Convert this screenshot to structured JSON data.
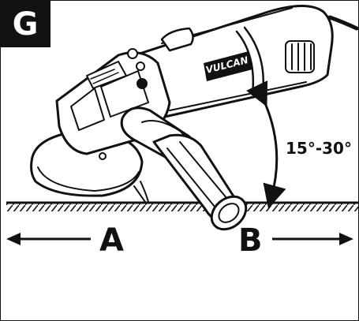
{
  "figure_label": "G",
  "angle_label": "15°-30°",
  "direction_left_label": "A",
  "direction_right_label": "B",
  "brand_logo_text": "VULCAN",
  "colors": {
    "ink": "#111111",
    "paper": "#ffffff",
    "shade": "#d9d9d9"
  },
  "icons": [
    "angle-grinder-illustration",
    "arrow-left-icon",
    "arrow-right-icon",
    "angle-arc-arrow-icon"
  ]
}
